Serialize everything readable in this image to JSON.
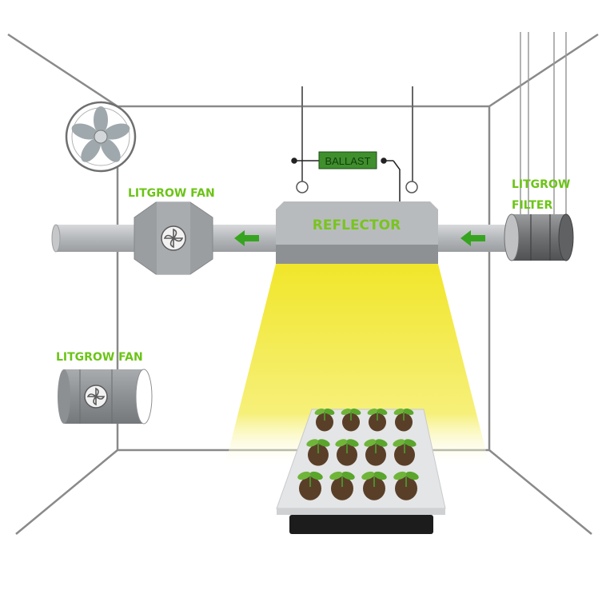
{
  "diagram": {
    "labels": {
      "ballast": "BALLAST",
      "reflector": "REFLECTOR",
      "inline_fan": "LITGROW FAN",
      "floor_fan": "LITGROW FAN",
      "filter_line1": "LITGROW",
      "filter_line2": "FILTER"
    },
    "seedling_tray": {
      "rows": 3,
      "columns": 4
    },
    "colors": {
      "label_green": "#6cc417",
      "ballast_green": "#3f8f2d",
      "arrow_green": "#37a41f",
      "light_yellow": "#f4ec3a",
      "duct_gray": "#b9bcbf",
      "frame_gray": "#8a8a8a"
    }
  }
}
